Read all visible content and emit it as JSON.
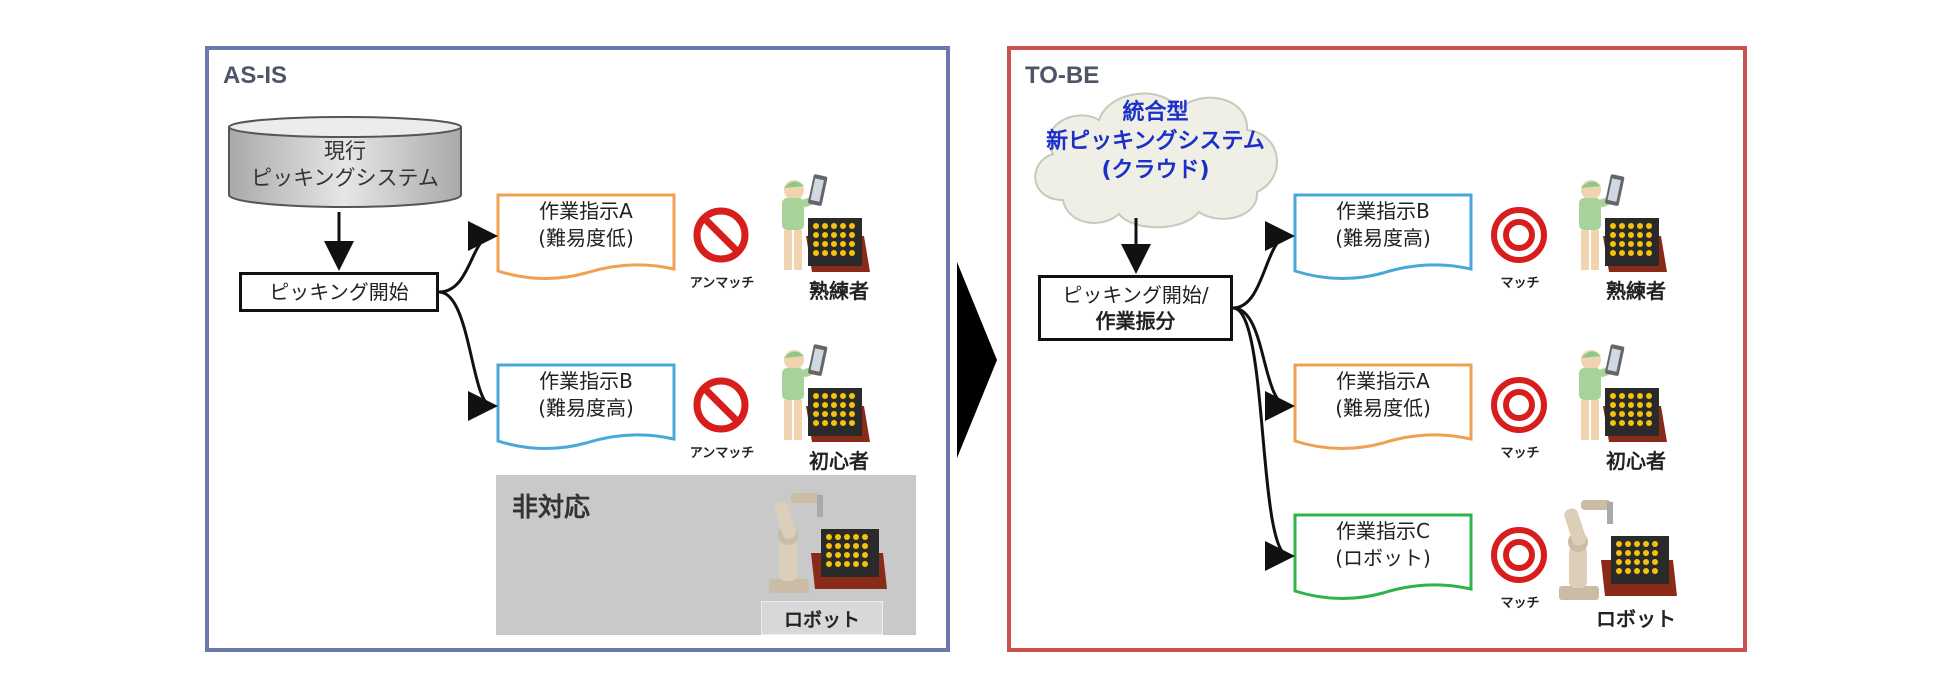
{
  "asis": {
    "title": "AS-IS",
    "system_line1": "現行",
    "system_line2": "ピッキングシステム",
    "start": "ピッキング開始",
    "instr_a_line1": "作業指示A",
    "instr_a_line2": "(難易度低)",
    "instr_b_line1": "作業指示B",
    "instr_b_line2": "(難易度高)",
    "mismatch_label": "アンマッチ",
    "role_expert": "熟練者",
    "role_beginner": "初心者",
    "unsupported_title": "非対応",
    "robot_label": "ロボット"
  },
  "tobe": {
    "title": "TO-BE",
    "cloud_line1": "統合型",
    "cloud_line2": "新ピッキングシステム",
    "cloud_line3": "(クラウド)",
    "start_line1": "ピッキング開始/",
    "start_line2": "作業振分",
    "instr_b_line1": "作業指示B",
    "instr_b_line2": "(難易度高)",
    "instr_a_line1": "作業指示A",
    "instr_a_line2": "(難易度低)",
    "instr_c_line1": "作業指示C",
    "instr_c_line2": "(ロボット)",
    "match_label": "マッチ",
    "role_expert": "熟練者",
    "role_beginner": "初心者",
    "role_robot": "ロボット"
  },
  "colors": {
    "asis_border": "#6b78ad",
    "tobe_border": "#c9524f",
    "low_difficulty": "#f0a050",
    "high_difficulty": "#4aa8d8",
    "robot_instr": "#2db34a",
    "nomatch_red": "#d81d1d",
    "cloud_text": "#1b2fc9"
  },
  "icons": [
    "database-cylinder-icon",
    "no-entry-icon",
    "target-icon",
    "worker-icon",
    "robot-arm-icon",
    "cloud-icon",
    "chevron-arrow-icon"
  ]
}
